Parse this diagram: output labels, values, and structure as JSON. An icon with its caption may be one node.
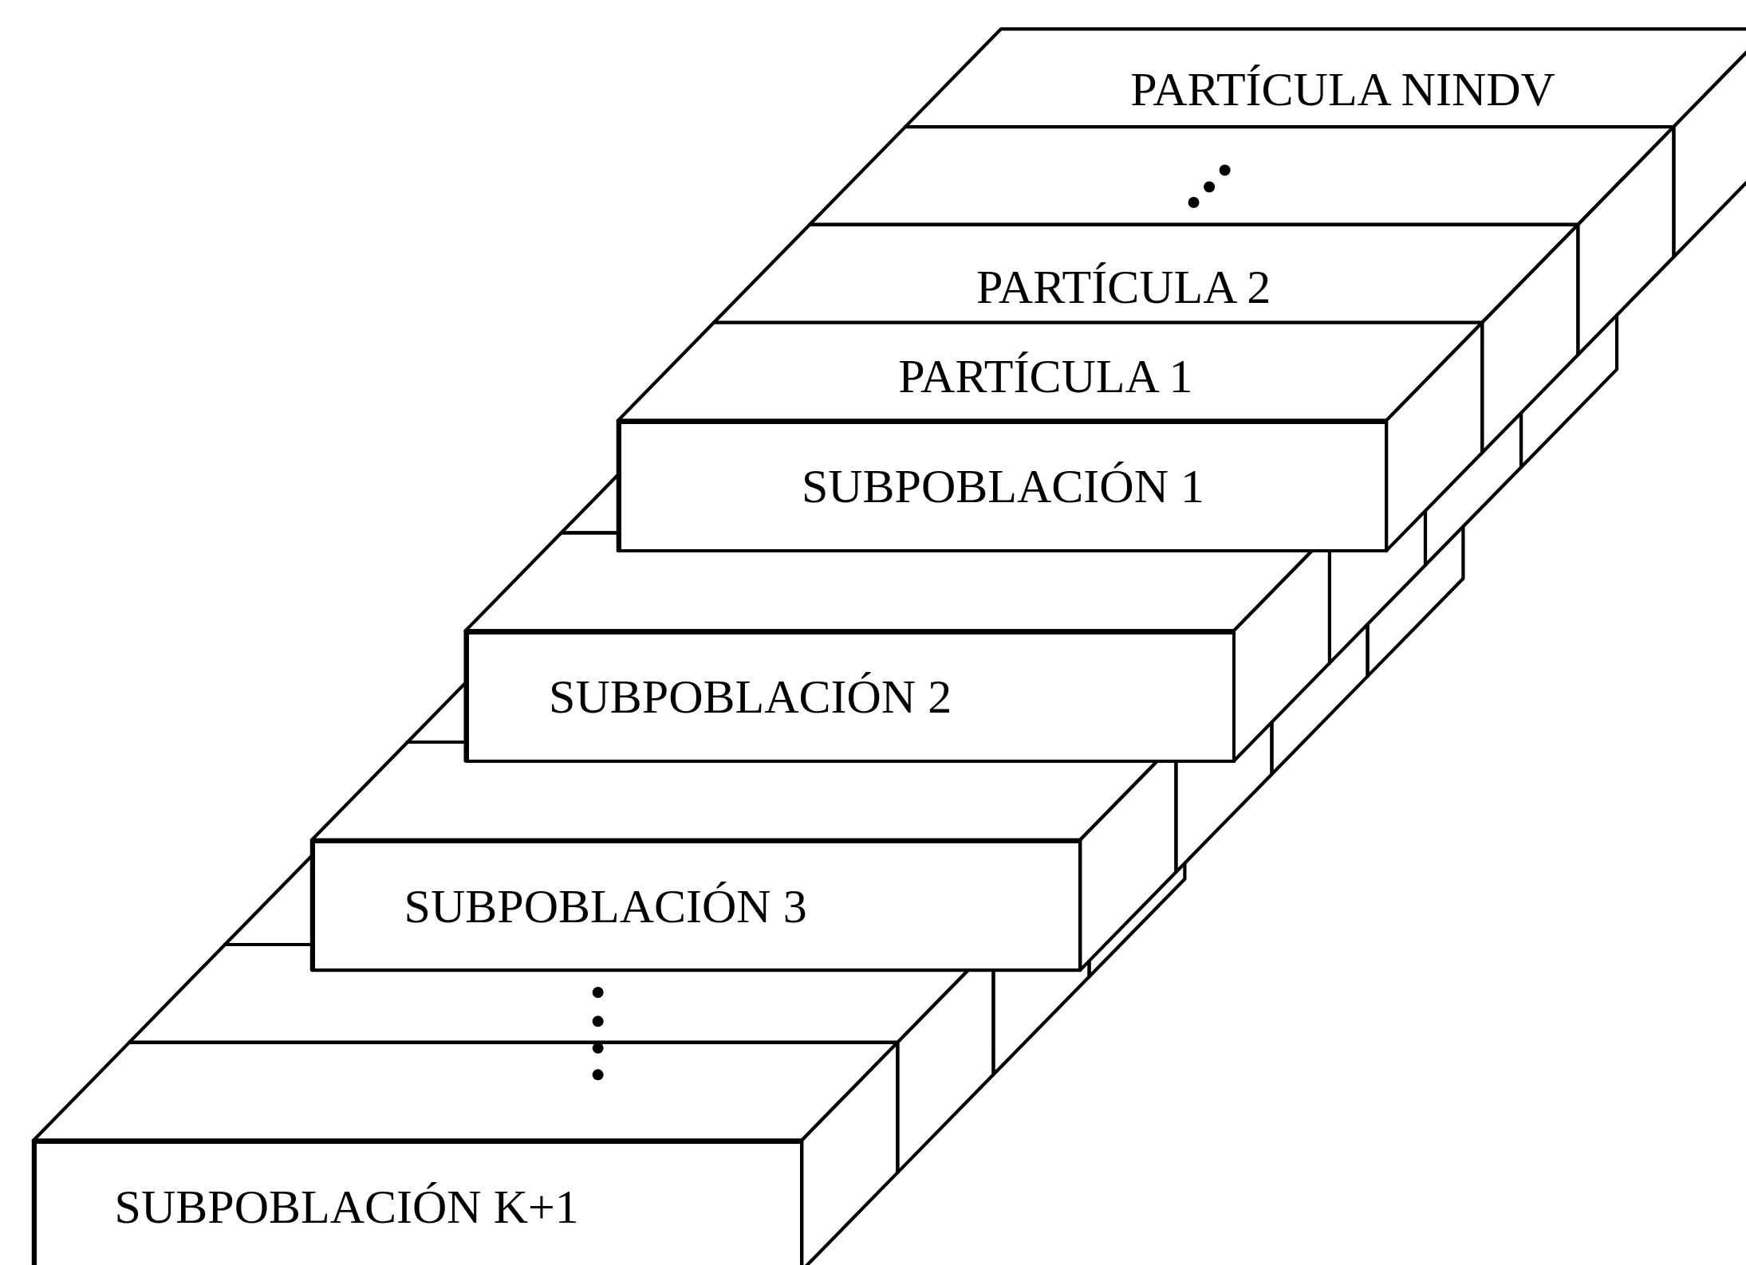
{
  "diagram": {
    "nodes": [
      {
        "text": [
          "PARTÍCULA NINDV"
        ]
      },
      {
        "text": [
          "PARTÍCULA 2"
        ]
      },
      {
        "text": [
          "PARTÍCULA 1"
        ]
      },
      {
        "text": [
          "SUBPOBLACIÓN 1"
        ]
      },
      {
        "text": [
          "SUBPOBLACIÓN 2"
        ]
      },
      {
        "text": [
          "SUBPOBLACIÓN 3"
        ]
      },
      {
        "text": [
          "SUBPOBLACIÓN K+1"
        ]
      }
    ]
  }
}
